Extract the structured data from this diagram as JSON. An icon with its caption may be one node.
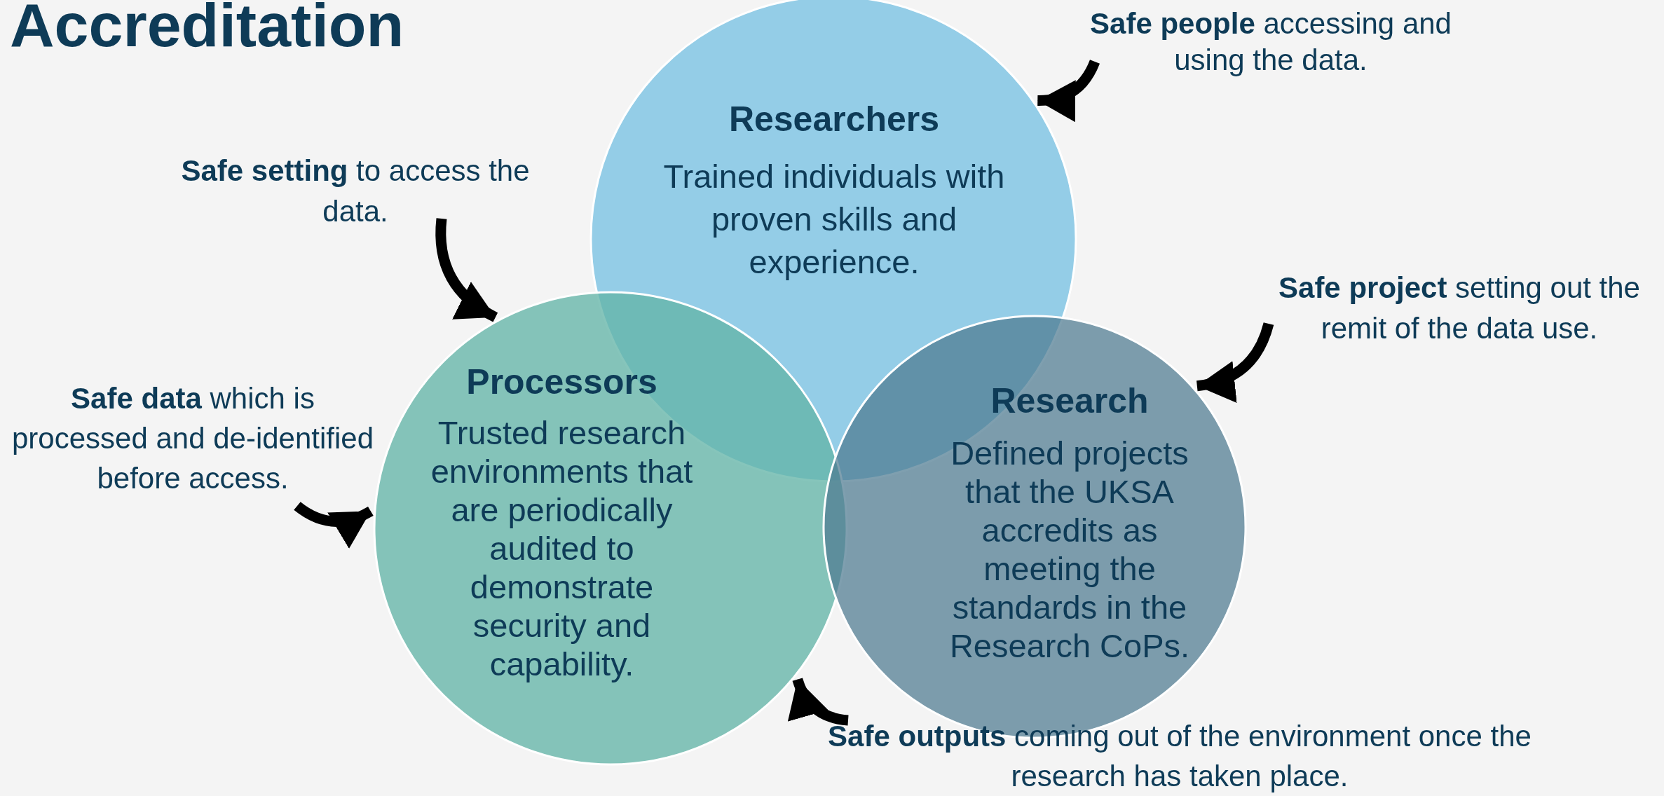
{
  "diagram": {
    "title": "Accreditation",
    "nodes": [
      {
        "text": [
          "Researchers",
          "Trained individuals with proven skills and experience."
        ]
      },
      {
        "text": [
          "Processors",
          "Trusted research environments that are periodically audited to demonstrate security and capability."
        ]
      },
      {
        "text": [
          "Research",
          "Defined projects that the UKSA accredits as meeting the standards in the Research CoPs."
        ]
      },
      {
        "text": [
          "**Safe people** accessing and using the data."
        ]
      },
      {
        "text": [
          "**Safe setting** to access the data."
        ]
      },
      {
        "text": [
          "**Safe data** which is processed and de-identified before access."
        ]
      },
      {
        "text": [
          "**Safe project** setting out the remit of the data use."
        ]
      },
      {
        "text": [
          "**Safe outputs** coming out of the environment once the research has taken place."
        ]
      }
    ],
    "edges": [
      {
        "from": 3,
        "to": 0,
        "arrow": "to"
      },
      {
        "from": 4,
        "to": 1,
        "arrow": "to"
      },
      {
        "from": 5,
        "to": 1,
        "arrow": "to"
      },
      {
        "from": 6,
        "to": 2,
        "arrow": "to"
      },
      {
        "from": 7,
        "to": 1,
        "arrow": "to"
      }
    ]
  }
}
